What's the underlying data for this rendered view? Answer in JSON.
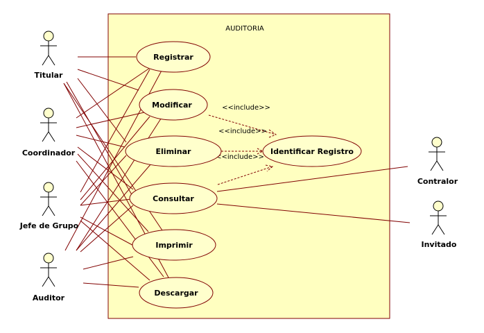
{
  "system": {
    "title": "AUDITORIA",
    "fill": "#ffffc0",
    "border": "#800000"
  },
  "actors": [
    {
      "id": "titular",
      "label": "Titular"
    },
    {
      "id": "coordinador",
      "label": "Coordinador"
    },
    {
      "id": "jefe",
      "label": "Jefe de Grupo"
    },
    {
      "id": "auditor",
      "label": "Auditor"
    },
    {
      "id": "contralor",
      "label": "Contralor"
    },
    {
      "id": "invitado",
      "label": "Invitado"
    }
  ],
  "use_cases": [
    {
      "id": "registrar",
      "label": "Registrar"
    },
    {
      "id": "modificar",
      "label": "Modificar"
    },
    {
      "id": "eliminar",
      "label": "Eliminar"
    },
    {
      "id": "consultar",
      "label": "Consultar"
    },
    {
      "id": "imprimir",
      "label": "Imprimir"
    },
    {
      "id": "descargar",
      "label": "Descargar"
    },
    {
      "id": "identificar",
      "label": "Identificar Registro"
    }
  ],
  "include_labels": [
    "<<include>>",
    "<<include>>",
    "<<include>>"
  ],
  "colors": {
    "line": "#800000",
    "usecase_fill": "#ffffcc",
    "system_fill": "#ffffc0"
  }
}
